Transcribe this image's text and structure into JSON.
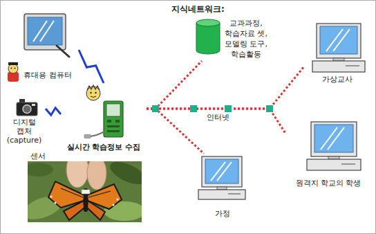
{
  "diagram": {
    "nodes": [
      {
        "text": [
          "휴대용 컴퓨터"
        ]
      },
      {
        "text": [
          "지식네트워크:",
          "교과과정, 학습자료 셋, 모델링 도구, 학습활동"
        ]
      },
      {
        "text": [
          "가상교사"
        ]
      },
      {
        "text": [
          "디지털 캡처",
          "(capture)"
        ]
      },
      {
        "text": [
          "실시간 학습정보 수집"
        ]
      },
      {
        "text": [
          "원격지 학교의 학생"
        ]
      },
      {
        "text": [
          "센서"
        ]
      },
      {
        "text": [
          "가정"
        ]
      }
    ],
    "edges": [
      {
        "from": 0,
        "to": 4,
        "arrow": "none"
      },
      {
        "from": 3,
        "to": 4,
        "arrow": "none"
      },
      {
        "from": 4,
        "to": 1,
        "arrow": "none"
      },
      {
        "from": 4,
        "to": 7,
        "arrow": "none"
      },
      {
        "from": 4,
        "to": 2,
        "arrow": "none"
      },
      {
        "from": 4,
        "to": 5,
        "arrow": "none"
      }
    ],
    "labels": [
      "인터넷"
    ]
  }
}
